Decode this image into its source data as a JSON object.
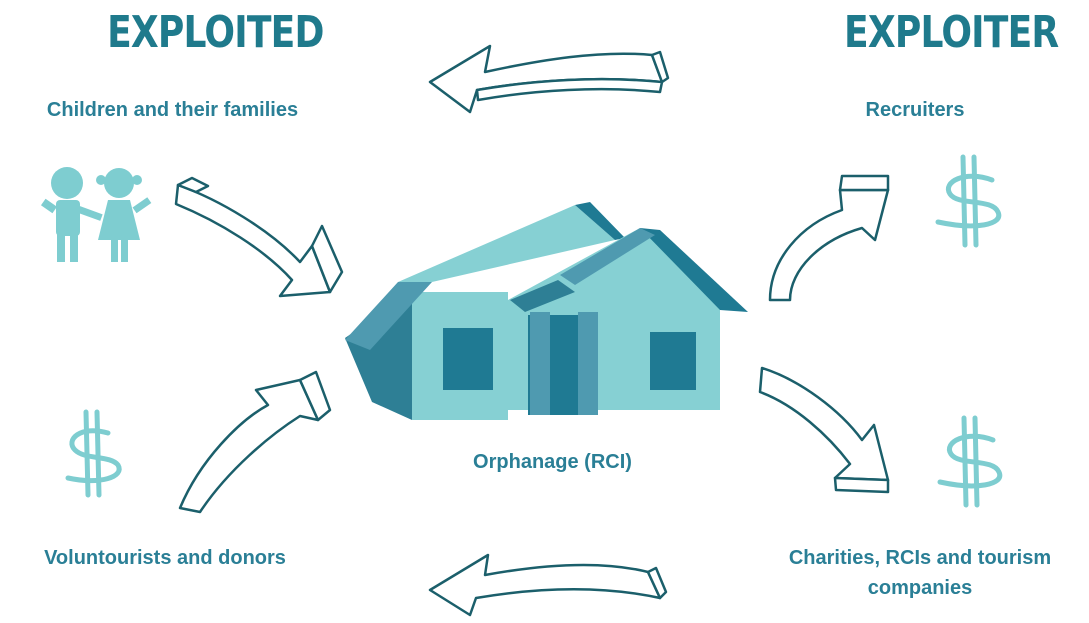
{
  "headings": {
    "exploited": "EXPLOITED",
    "exploiter": "EXPLOITER"
  },
  "nodes": {
    "children": "Children and their families",
    "voluntourists": "Voluntourists and donors",
    "orphanage": "Orphanage (RCI)",
    "recruiters": "Recruiters",
    "charities": "Charities, RCIs and tourism companies"
  },
  "icons": {
    "children": "children-icon",
    "house": "house-icon",
    "money_left": "dollar-sign-icon",
    "money_right_top": "dollar-sign-icon",
    "money_right_bottom": "dollar-sign-icon"
  },
  "colors": {
    "heading": "#1f7a8c",
    "label": "#2a7f96",
    "arrow_stroke": "#1b5f6b",
    "icon_light": "#7ecdd0",
    "house_dark": "#1f7a93",
    "house_mid": "#4f9ab0",
    "house_light": "#86d0d3"
  }
}
